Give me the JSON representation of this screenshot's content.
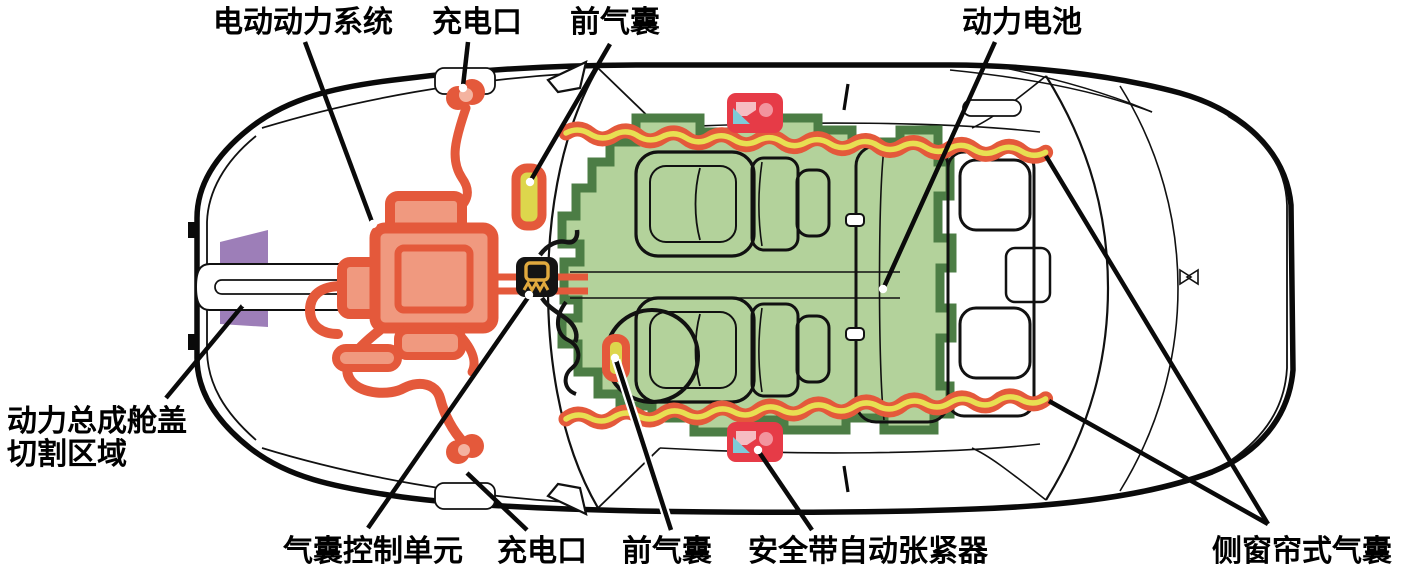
{
  "labels": {
    "power_system": "电动动力系统",
    "charge_port_top": "充电口",
    "front_airbag_top": "前气囊",
    "battery": "动力电池",
    "hood_cut_line1": "动力总成舱盖",
    "hood_cut_line2": "切割区域",
    "acu": "气囊控制单元",
    "charge_port_bottom": "充电口",
    "front_airbag_bottom": "前气囊",
    "belt_pretensioner": "安全带自动张紧器",
    "curtain_airbag": "侧窗帘式气囊"
  },
  "colors": {
    "component_orange": "#e4593b",
    "component_orange_fill": "#f0997f",
    "component_orange_light": "#f4b3a0",
    "airbag_yellow": "#ddd64c",
    "curtain_yellow": "#e8df52",
    "battery_green_fill": "#b3d29b",
    "battery_green_border": "#4c7d45",
    "hood_cut_purple": "#9d7eb8",
    "pretensioner_red": "#e63b47",
    "pretensioner_icon_pink": "#f2949e",
    "pretensioner_icon_pink_light": "#f6bcc2",
    "pretensioner_icon_cyan": "#7ecbd8",
    "acu_box_black": "#141414",
    "acu_icon_gold": "#e0a93e",
    "line_black": "#0a0a0a"
  }
}
